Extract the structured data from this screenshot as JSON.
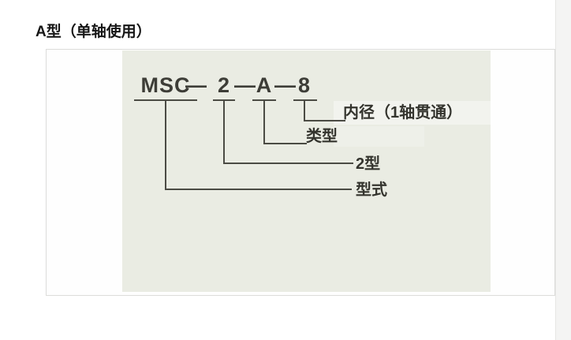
{
  "section": {
    "title": "A型（单轴使用）"
  },
  "diagram": {
    "panel_color": "#eaece3",
    "line_color": "#4b4b44",
    "code_separator": "—",
    "model_code": "MSC-2-A-8",
    "callouts": [
      {
        "segment": "MSC",
        "label": "型式"
      },
      {
        "segment": "2",
        "label": "2型"
      },
      {
        "segment": "A",
        "label": "类型"
      },
      {
        "segment": "8",
        "label": "内径（1轴贯通）"
      }
    ]
  }
}
